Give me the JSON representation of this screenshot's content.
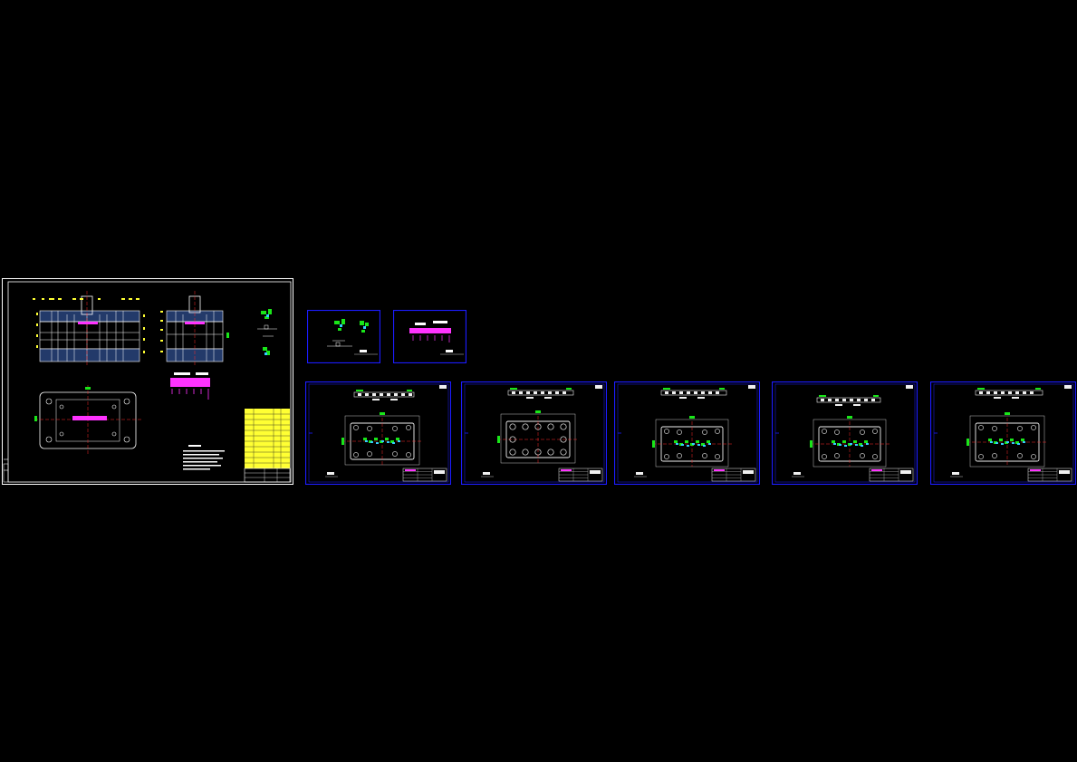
{
  "app": {
    "title": ""
  },
  "colors": {
    "background": "#000000",
    "sheet_border_white": "#ffffff",
    "sheet_border_blue": "#1c1cff",
    "geometry_white": "#f0f0f0",
    "dimension_green": "#19e619",
    "annotation_yellow": "#ffff33",
    "centerline_red": "#ff2a2a",
    "section_magenta": "#ff33ff",
    "hatch_cyan": "#33ccff"
  },
  "sheets": [
    {
      "id": "assembly",
      "kind": "assembly-drawing"
    },
    {
      "id": "part-small-1",
      "kind": "part-drawing"
    },
    {
      "id": "part-small-2",
      "kind": "strip-layout"
    },
    {
      "id": "plate-1",
      "kind": "plate-drawing"
    },
    {
      "id": "plate-2",
      "kind": "plate-drawing"
    },
    {
      "id": "plate-3",
      "kind": "plate-drawing"
    },
    {
      "id": "plate-4",
      "kind": "plate-drawing"
    },
    {
      "id": "plate-5",
      "kind": "plate-drawing"
    }
  ]
}
